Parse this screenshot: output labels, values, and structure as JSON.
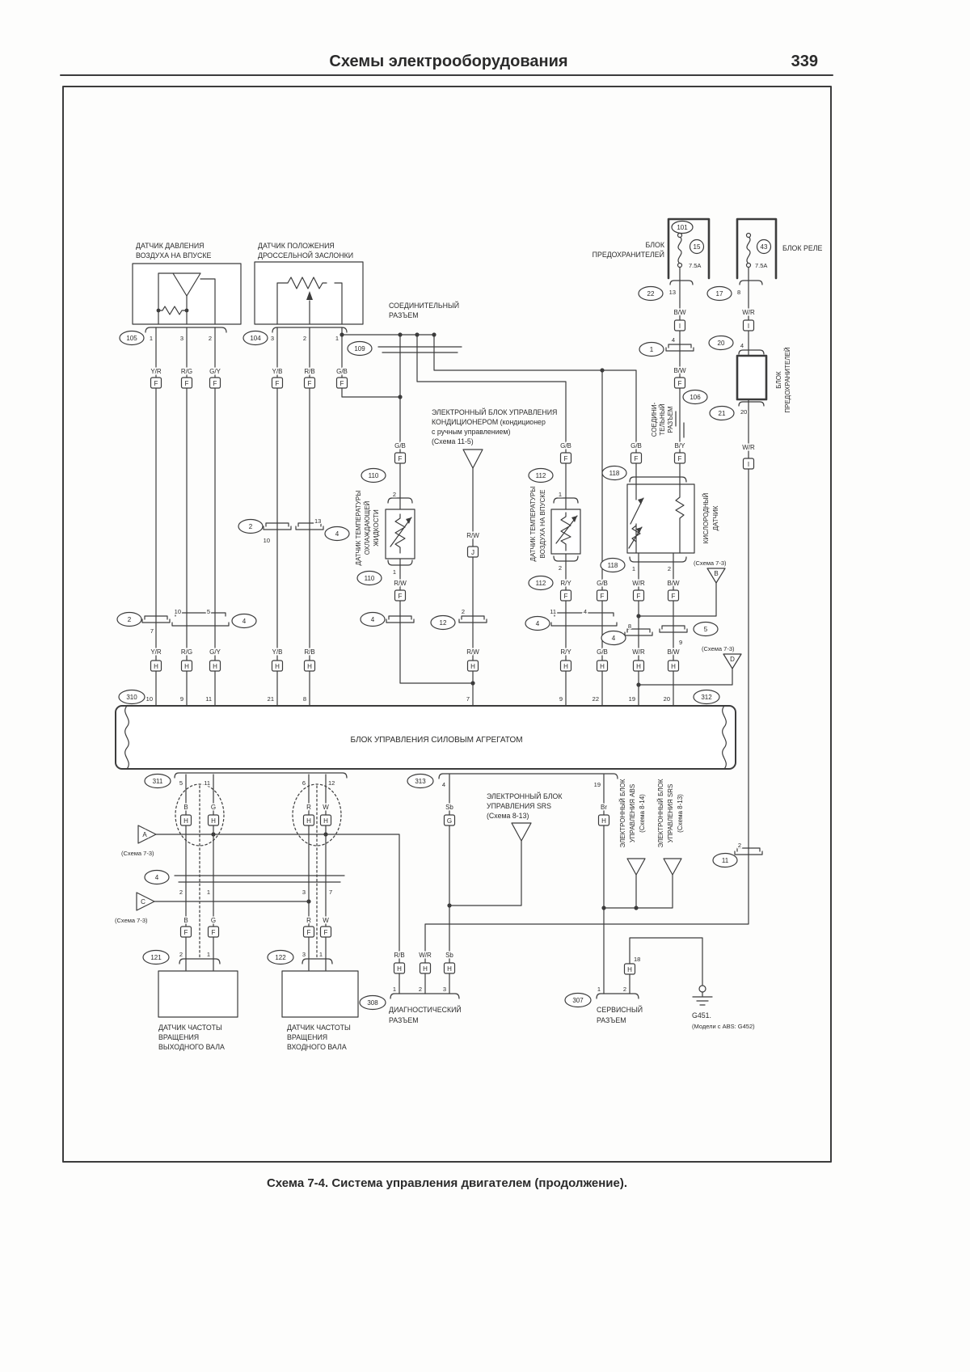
{
  "page": {
    "title": "Схемы электрооборудования",
    "number": "339",
    "caption": "Схема 7-4. Система управления двигателем (продолжение)."
  },
  "labels": {
    "map1": "ДАТЧИК ДАВЛЕНИЯ",
    "map2": "ВОЗДУХА НА ВПУСКЕ",
    "tps1": "ДАТЧИК ПОЛОЖЕНИЯ",
    "tps2": "ДРОССЕЛЬНОЙ ЗАСЛОНКИ",
    "jc1": "СОЕДИНИТЕЛЬНЫЙ",
    "jc2": "РАЗЪЕМ",
    "jcr1": "СОЕДИНИ-",
    "jcr2": "ТЕЛЬНЫЙ",
    "jcr3": "РАЗЪЕМ",
    "ac1": "ЭЛЕКТРОННЫЙ БЛОК УПРАВЛЕНИЯ",
    "ac2": "КОНДИЦИОНЕРОМ (кондиционер",
    "ac3": "с ручным управлением)",
    "ac4": "(Схема 11-5)",
    "cool1": "ДАТЧИК ТЕМПЕРАТУРЫ",
    "cool2": "ОХЛАЖДАЮЩЕЙ",
    "cool3": "ЖИДКОСТИ",
    "iat1": "ДАТЧИК ТЕМПЕРАТУРЫ",
    "iat2": "ВОЗДУХА НА ВПУСКЕ",
    "o2a": "КИСЛОРОДНЫЙ",
    "o2b": "ДАТЧИК",
    "fb1": "БЛОК",
    "fb2": "ПРЕДОХРАНИТЕЛЕЙ",
    "fbv1": "БЛОК",
    "fbv2": "ПРЕДОХРАНИТЕЛЕЙ",
    "relay": "БЛОК РЕЛЕ",
    "pcm": "БЛОК УПРАВЛЕНИЯ СИЛОВЫМ АГРЕГАТОМ",
    "srs1": "ЭЛЕКТРОННЫЙ БЛОК",
    "srs2": "УПРАВЛЕНИЯ SRS",
    "srs3": "(Схема 8-13)",
    "absv1": "ЭЛЕКТРОННЫЙ БЛОК",
    "absv2": "УПРАВЛЕНИЯ ABS",
    "absv3": "(Схема 8-14)",
    "srsv1": "ЭЛЕКТРОННЫЙ БЛОК",
    "srsv2": "УПРАВЛЕНИЯ SRS",
    "srsv3": "(Схема 8-13)",
    "out1": "ДАТЧИК ЧАСТОТЫ",
    "out2": "ВРАЩЕНИЯ",
    "out3": "ВЫХОДНОГО ВАЛА",
    "inp1": "ДАТЧИК ЧАСТОТЫ",
    "inp2": "ВРАЩЕНИЯ",
    "inp3": "ВХОДНОГО ВАЛА",
    "diag1": "ДИАГНОСТИЧЕСКИЙ",
    "diag2": "РАЗЪЕМ",
    "svc1": "СЕРВИСНЫЙ",
    "svc2": "РАЗЪЕМ",
    "gnd1": "G451.",
    "gnd2": "(Модели с ABS: G452)",
    "ref73": "(Схема 7-3)"
  },
  "wires": {
    "yr": "Y/R",
    "rg": "R/G",
    "gy": "G/Y",
    "yb": "Y/B",
    "rb": "R/B",
    "gb": "G/B",
    "rw": "R/W",
    "ry": "R/Y",
    "by": "B/Y",
    "wr": "W/R",
    "bw": "B/W",
    "b": "B",
    "g": "G",
    "r": "R",
    "w": "W",
    "sb": "Sb",
    "br": "Br"
  },
  "terms": {
    "f": "F",
    "h": "H",
    "i": "I",
    "j": "J",
    "g": "G"
  },
  "refs": {
    "a": "A",
    "b": "B",
    "c": "C",
    "d": "D"
  },
  "conn": {
    "c1": "1",
    "c2": "2",
    "c4": "4",
    "c5": "5",
    "c11": "11",
    "c12": "12",
    "c17": "17",
    "c20": "20",
    "c21": "21",
    "c22": "22",
    "c101": "101",
    "c104": "104",
    "c105": "105",
    "c106": "106",
    "c109": "109",
    "c110": "110",
    "c112": "112",
    "c118": "118",
    "c121": "121",
    "c122": "122",
    "c307": "307",
    "c308": "308",
    "c310": "310",
    "c311": "311",
    "c312": "312",
    "c313": "313"
  },
  "fuses": {
    "f15": "15",
    "f43": "43",
    "amp": "7.5A"
  },
  "pins": {
    "p1": "1",
    "p2": "2",
    "p3": "3",
    "p4": "4",
    "p5": "5",
    "p6": "6",
    "p7": "7",
    "p8": "8",
    "p9": "9",
    "p10": "10",
    "p11": "11",
    "p12": "12",
    "p13": "13",
    "p18": "18",
    "p19": "19",
    "p20": "20",
    "p21": "21",
    "p22": "22"
  }
}
